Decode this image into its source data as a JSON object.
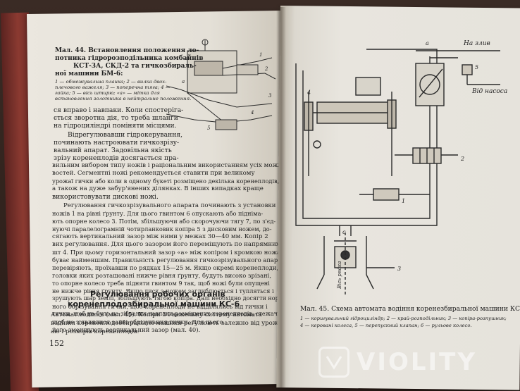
{
  "left_page": {
    "caption": [
      "Мал. 44. Встановлення положення ло-",
      "потника гідророзподільника комбайнів",
      "КСТ-3А, СКД-2 та гичкозбираль-",
      "ної машини БМ-6:"
    ],
    "legend": [
      "1 — обмежувальна планка; 2 — вилка двох-",
      "плечового важеля; 3 — поперечна тяга; 4 —",
      "гайка; 5 — вісь штирю; «а» — мітка для",
      "встановлення золотника в нейтральне положення."
    ],
    "figure_labels": [
      "1",
      "2",
      "3",
      "4",
      "5",
      "а"
    ],
    "paragraphs": [
      "ся вправо і навпаки. Коли спостеріга-",
      "ється зворотна дія, то треба шланги",
      "на гідроциліндрі поміняти місцями.",
      "Відрегулювавши гідрокерування,",
      "починають настроювати гичкозрізу-",
      "вальний апарат. Задовільна якість",
      "зрізу коренеплодів досягається пра-",
      "вильним вибором типу ножів і раціональним використанням усіх можли-",
      "востей. Сегментні ножі рекомендується ставити при великому",
      "урожаї гички або коли в одному букеті розміщено декілька коренеплодів,",
      "а також на дуже забур'янених ділянках. В інших випадках краще",
      "використовувати дискові ножі.",
      "Регулювання гичкозрізувального апарата починають з установки",
      "ножів 1 на рівні ґрунту. Для цього гвинтом 6 опускають або підніма-",
      "ють опорне колесо 3. Потім, збільшуючи або скорочуючи тягу 7, по з'єд-",
      "нуючі паралелограмній чотирланковик копіра 5 з дисковим ножем, до-",
      "сягають вертикальний зазор між ними у межах 30—40 мм. Копір 2",
      "вих регулювання. Для цього зазором його переміщують по напрямних",
      "шт 4. При цьому горизонтальний зазор «а» між копіром і кромкою ножа",
      "буває найменшим. Правильність регулювання гичкозрізувального апарата",
      "перевіряють, проїхавши по рядках 15—25 м. Якщо окремі коренеплоди,",
      "головки яких розташовані нижче рівня ґрунту, будуть високо зрізані,",
      "то опорне колесо треба підняти гвинтом 9 так, щоб ножі були опущені",
      "не нижче рівня ґрунту. Якщо диск з ножем заглиблюється і тупляться і",
      "зрушують шар землі, збільшують тягою копіра. Далі необхідно досягти нормаль-",
      "ного обрізування гички, щоб коренеплоди не відділялись від гички і",
      "гички, щоб не було на зібраних навпаки розміщених коренеплодів, стежачи за тим,",
      "щоб не з'являлися зайві обрізування гички. Для цього",
      "його зменшують вертикальний зазор (мал. 40)."
    ],
    "heading": [
      "Регулювання робочих органів",
      "коренеплодозбиральної машини КС-6"
    ],
    "paragraph_2": [
      "Автомат водіння (мал. 45). Копіри 3 і важельну систему автомата",
      "водіння коренеплодозбиральної машини регулюють залежно від урож-",
      "аю і розмірів коренеплодів."
    ],
    "page_number": "152"
  },
  "right_page": {
    "figure_labels": {
      "a": "а",
      "to_drain": "На злив",
      "from_pump": "Від насоса",
      "n1": "1",
      "n2": "2",
      "n3": "3",
      "n4": "4",
      "n5": "5",
      "c": "с",
      "vertical": "Вісь рядка"
    },
    "caption": "Мал. 45. Схема автомата водіння коренезбиральної машини КС-6:",
    "legend": [
      "1 — коригувальний гідроциліндр; 2 — край-розподільник; 3 — копіра-розпушник;",
      "4 — керовані колеса, 5 — перепускний клапан; 6 — рульове колесо."
    ]
  },
  "watermark": {
    "brand": "VIOLITY",
    "icon": "violity-logo-icon"
  }
}
